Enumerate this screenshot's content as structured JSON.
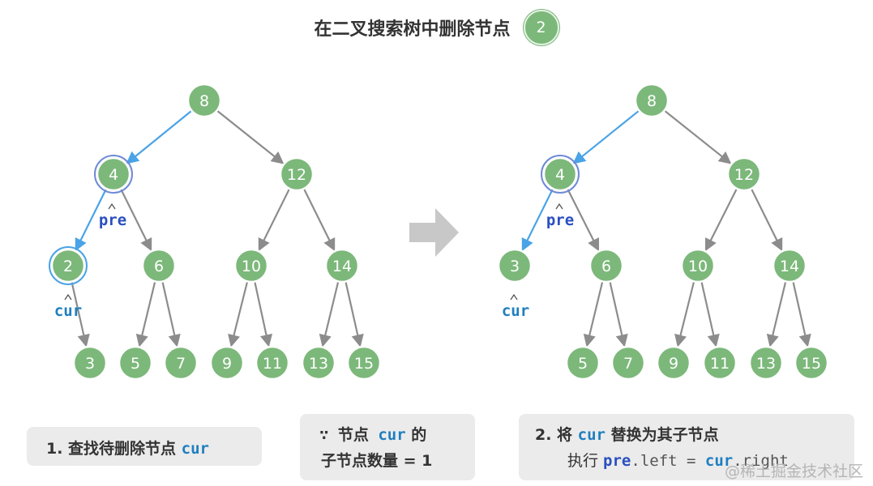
{
  "title": {
    "text": "在二叉搜索树中删除节点",
    "badge": "2"
  },
  "left_tree": {
    "nodes": [
      "8",
      "4",
      "12",
      "2",
      "6",
      "10",
      "14",
      "3",
      "5",
      "7",
      "9",
      "11",
      "13",
      "15"
    ],
    "pre_label": "pre",
    "cur_label": "cur"
  },
  "right_tree": {
    "nodes": [
      "8",
      "4",
      "12",
      "3",
      "6",
      "10",
      "14",
      "5",
      "7",
      "9",
      "11",
      "13",
      "15"
    ],
    "pre_label": "pre",
    "cur_label": "cur"
  },
  "colors": {
    "node": "#7cb87a",
    "edge": "#8c8c8c",
    "path": "#4aa3e6",
    "pre": "#2a4fbf",
    "cur": "#1f7fc0",
    "arrow": "#c8c8c8"
  },
  "step1": {
    "prefix": "1. 查找待删除节点 ",
    "var": "cur"
  },
  "condition": {
    "line1_prefix": "∵ 节点 ",
    "line1_var": "cur",
    "line1_suffix": " 的",
    "line2": "子节点数量 = 1"
  },
  "step2": {
    "line1_prefix": "2. 将 ",
    "line1_var": "cur",
    "line1_suffix": " 替换为其子节点",
    "line2_prefix": "执行 ",
    "line2_pre": "pre",
    "line2_mid": ".left = ",
    "line2_cur": "cur",
    "line2_suffix": ".right"
  },
  "watermark": "@稀土掘金技术社区"
}
